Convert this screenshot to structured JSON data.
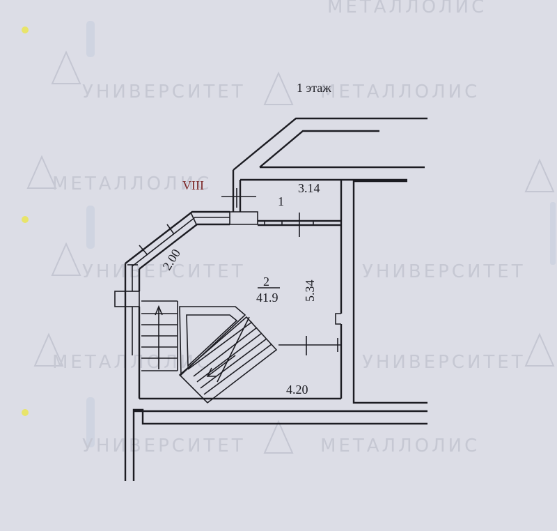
{
  "floor_title": "1 этаж",
  "section_mark": "VIII",
  "rooms": [
    {
      "number": "1",
      "area": "3.14"
    },
    {
      "number": "2",
      "area": "41.9"
    }
  ],
  "dimensions": {
    "diagonal": "2.00",
    "vertical": "5.34",
    "bottom": "4.20"
  },
  "watermarks": [
    "МЕТАЛЛОЛИС",
    "УНИВЕРСИТЕТ"
  ],
  "colors": {
    "background": "#dcdde6",
    "ink": "#1c1c22",
    "mark_red": "#7a2424",
    "watermark": "#c4c6d2"
  }
}
